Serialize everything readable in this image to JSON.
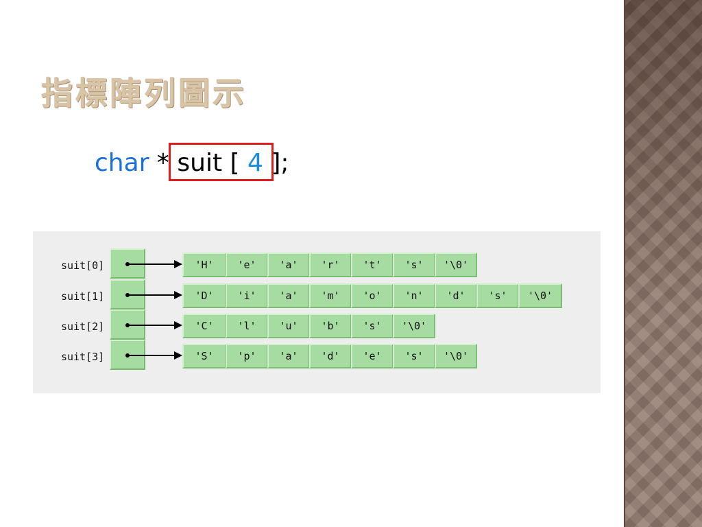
{
  "title": "指標陣列圖示",
  "code": {
    "keyword": "char",
    "star": " * ",
    "ident_open": "suit [ ",
    "size": "4",
    "close": " ];"
  },
  "diagram": {
    "rows": [
      {
        "label": "suit[0]",
        "chars": [
          "'H'",
          "'e'",
          "'a'",
          "'r'",
          "'t'",
          "'s'",
          "'\\0'"
        ]
      },
      {
        "label": "suit[1]",
        "chars": [
          "'D'",
          "'i'",
          "'a'",
          "'m'",
          "'o'",
          "'n'",
          "'d'",
          "'s'",
          "'\\0'"
        ]
      },
      {
        "label": "suit[2]",
        "chars": [
          "'C'",
          "'l'",
          "'u'",
          "'b'",
          "'s'",
          "'\\0'"
        ]
      },
      {
        "label": "suit[3]",
        "chars": [
          "'S'",
          "'p'",
          "'a'",
          "'d'",
          "'e'",
          "'s'",
          "'\\0'"
        ]
      }
    ]
  },
  "colors": {
    "keyword": "#1a6fd8",
    "highlight": "#e21b1b",
    "cell": "#a6dca1"
  }
}
